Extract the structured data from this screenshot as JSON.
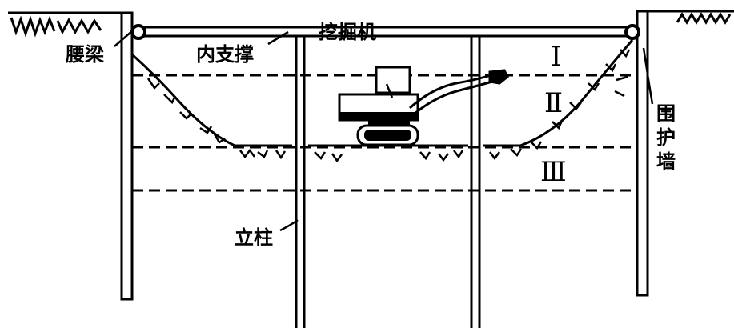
{
  "labels": {
    "waist_beam": "腰梁",
    "inner_support": "内支撑",
    "excavator": "挖掘机",
    "retaining_wall": [
      "围",
      "护",
      "墙"
    ],
    "column": "立柱"
  },
  "layers": {
    "layer_1": "Ⅰ",
    "layer_2": "Ⅱ",
    "layer_3": "Ⅲ"
  }
}
